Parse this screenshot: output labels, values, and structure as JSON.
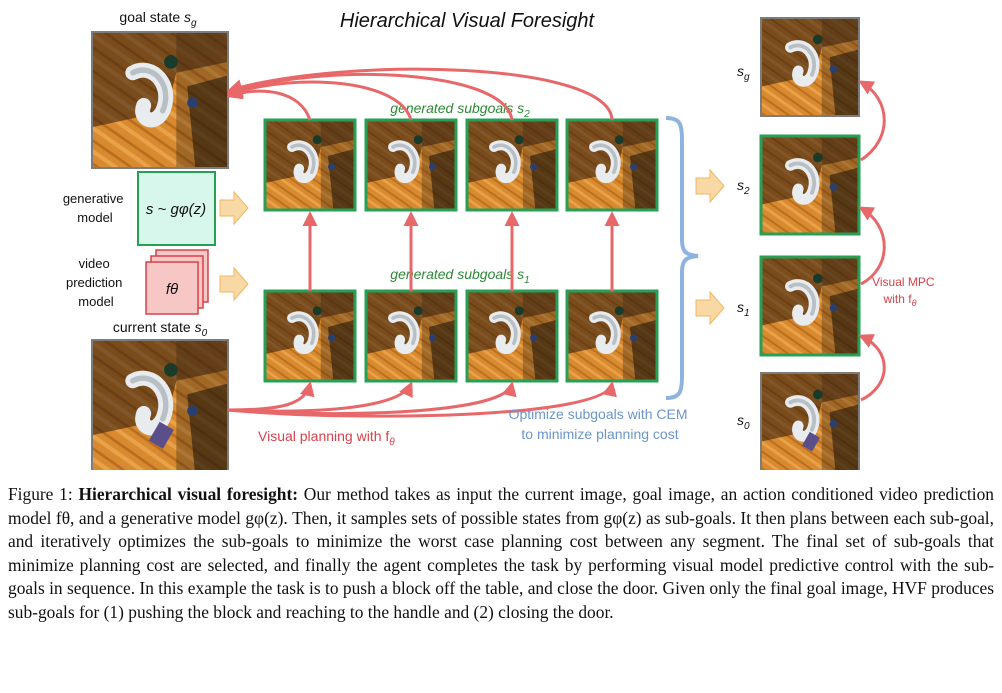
{
  "figure": {
    "title": "Hierarchical Visual Foresight",
    "goal_state_label": "goal state",
    "goal_state_sym": "s",
    "goal_state_sub": "g",
    "current_state_label": "current state",
    "current_state_sym": "s",
    "current_state_sub": "0",
    "generative_model_label": [
      "generative",
      "model"
    ],
    "generative_model_formula": "s ~ gφ(z)",
    "video_model_label": [
      "video",
      "prediction",
      "model"
    ],
    "video_model_formula": "fθ",
    "subgoals_s2_label": "generated subgoals s",
    "subgoals_s2_sub": "2",
    "subgoals_s1_label": "generated subgoals s",
    "subgoals_s1_sub": "1",
    "visual_planning_label": "Visual planning with f",
    "visual_planning_sub": "θ",
    "optimize_label": [
      "Optimize subgoals with CEM",
      "to minimize planning cost"
    ],
    "right_states": [
      "s",
      "s",
      "s",
      "s"
    ],
    "right_state_subs": [
      "g",
      "2",
      "1",
      "0"
    ],
    "visual_mpc_label": [
      "Visual MPC",
      "with f"
    ],
    "visual_mpc_sub": "θ"
  },
  "caption": {
    "prefix": "Figure 1: ",
    "bold": "Hierarchical visual foresight:",
    "text": " Our method takes as input the current image, goal image, an action conditioned video prediction model fθ, and a generative model gφ(z). Then, it samples sets of possible states from gφ(z) as sub-goals. It then plans between each sub-goal, and iteratively optimizes the sub-goals to minimize the worst case planning cost between any segment. The final set of sub-goals that minimize planning cost are selected, and finally the agent completes the task by performing visual model predictive control with the sub-goals in sequence. In this example the task is to push a block off the table, and close the door. Given only the final goal image, HVF produces sub-goals for (1) pushing the block and reaching to the handle and (2) closing the door."
  },
  "colors": {
    "arrow_red": "#e8686a",
    "frame_green": "#27a055",
    "frame_gray": "#7c7c7c",
    "brace_blue": "#8fb3e0",
    "text_green": "#2d8a36",
    "text_red": "#d9414a",
    "text_blue": "#6b95cc",
    "wood": "#d98a2e",
    "gen_box_fill": "#d8f7ec",
    "video_box_fill": "#f6c7c5",
    "block_arrow": "#f8d9a6"
  }
}
